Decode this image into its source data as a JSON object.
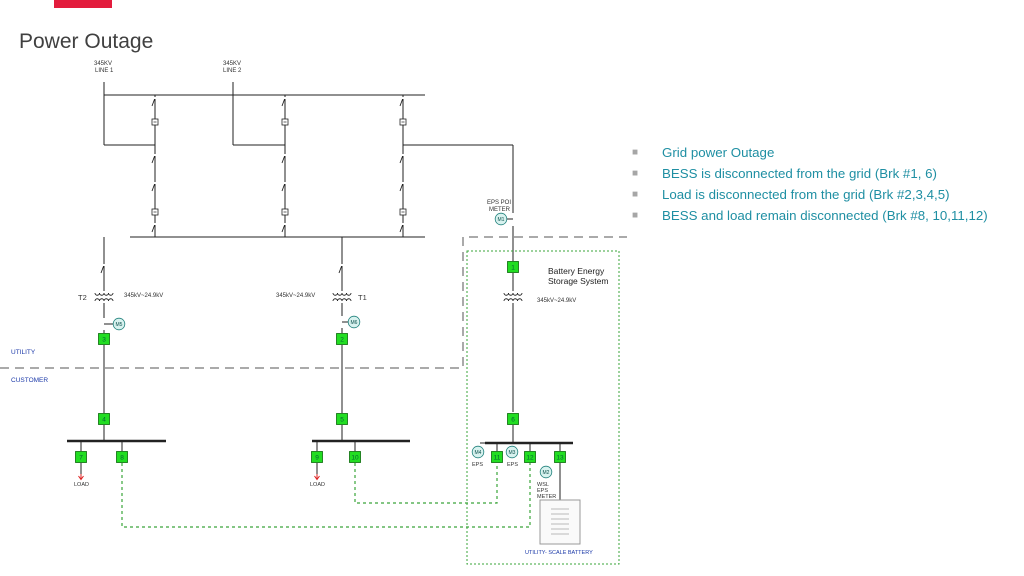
{
  "slide": {
    "title": "Power Outage"
  },
  "bullets": [
    "Grid power Outage",
    "BESS is disconnected from the grid (Brk #1, 6)",
    "Load is disconnected from the grid (Brk #2,3,4,5)",
    "BESS and load remain disconnected (Brk #8, 10,11,12)"
  ],
  "diagram": {
    "lines": [
      {
        "id": "line1",
        "voltage": "345KV",
        "name": "LINE 1"
      },
      {
        "id": "line2",
        "voltage": "345KV",
        "name": "LINE 2"
      }
    ],
    "transformers": [
      {
        "id": "t2",
        "name": "T2",
        "rating": "345kV~24.9kV"
      },
      {
        "id": "t1",
        "name": "T1",
        "rating": "345kV~24.9kV"
      },
      {
        "id": "tb",
        "name": "",
        "rating": "345kV~24.9kV"
      }
    ],
    "meters": [
      "M1",
      "M2",
      "M3",
      "M4",
      "M5",
      "M6"
    ],
    "breakers": [
      "1",
      "2",
      "3",
      "4",
      "5",
      "6",
      "7",
      "8",
      "9",
      "10",
      "11",
      "12",
      "13"
    ],
    "labels": {
      "eps_poi_1": "EPS POI",
      "eps_poi_2": "METER",
      "bess_1": "Battery Energy",
      "bess_2": "Storage System",
      "utility": "UTILITY",
      "customer": "CUSTOMER",
      "load": "LOAD",
      "eps": "EPS",
      "wsl_1": "WSL",
      "wsl_2": "EPS",
      "wsl_3": "METER",
      "battery": "UTILITY- SCALE BATTERY"
    }
  },
  "colors": {
    "accent_red": "#e31c3d",
    "bullet_text": "#1f8fa3",
    "breaker_fill": "#22dd22",
    "meter_fill": "#d8f2ef",
    "dashed_green": "#3aa53a",
    "label_blue": "#1c3aa9"
  }
}
